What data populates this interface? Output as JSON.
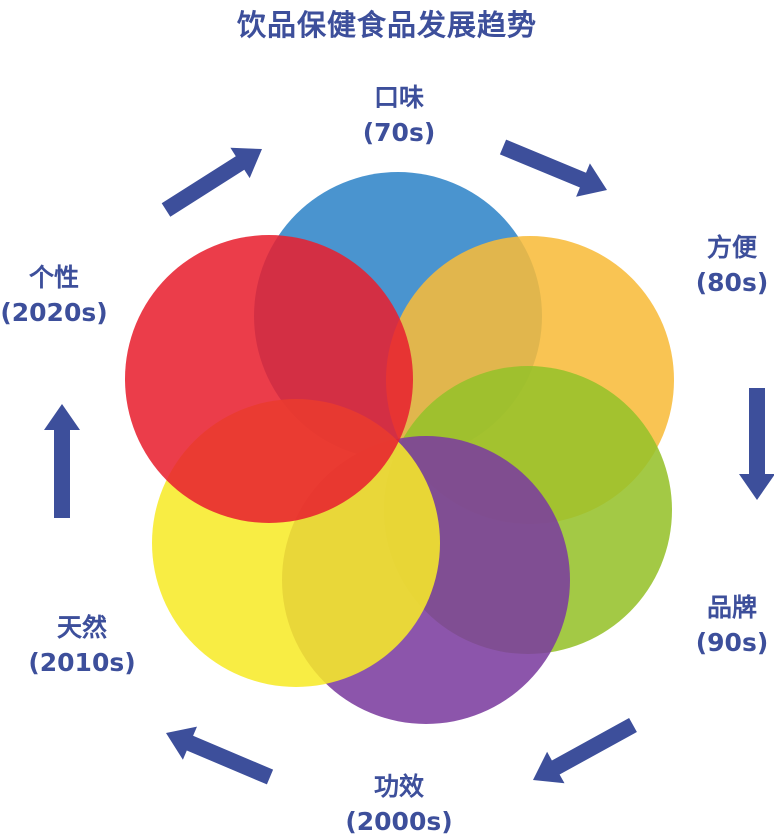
{
  "title": "饮品保健食品发展趋势",
  "stages": [
    {
      "id": "taste",
      "name": "口味",
      "era": "(70s)",
      "color": "#2f84c8"
    },
    {
      "id": "convenience",
      "name": "方便",
      "era": "(80s)",
      "color": "#f8bb3a"
    },
    {
      "id": "brand",
      "name": "品牌",
      "era": "(90s)",
      "color": "#95c129"
    },
    {
      "id": "function",
      "name": "功效",
      "era": "(2000s)",
      "color": "#7b3c9e"
    },
    {
      "id": "natural",
      "name": "天然",
      "era": "(2010s)",
      "color": "#f7ea28"
    },
    {
      "id": "personal",
      "name": "个性",
      "era": "(2020s)",
      "color": "#e8202f"
    }
  ],
  "colors": {
    "text": "#3d4f9b",
    "arrow": "#3d4f9b"
  }
}
